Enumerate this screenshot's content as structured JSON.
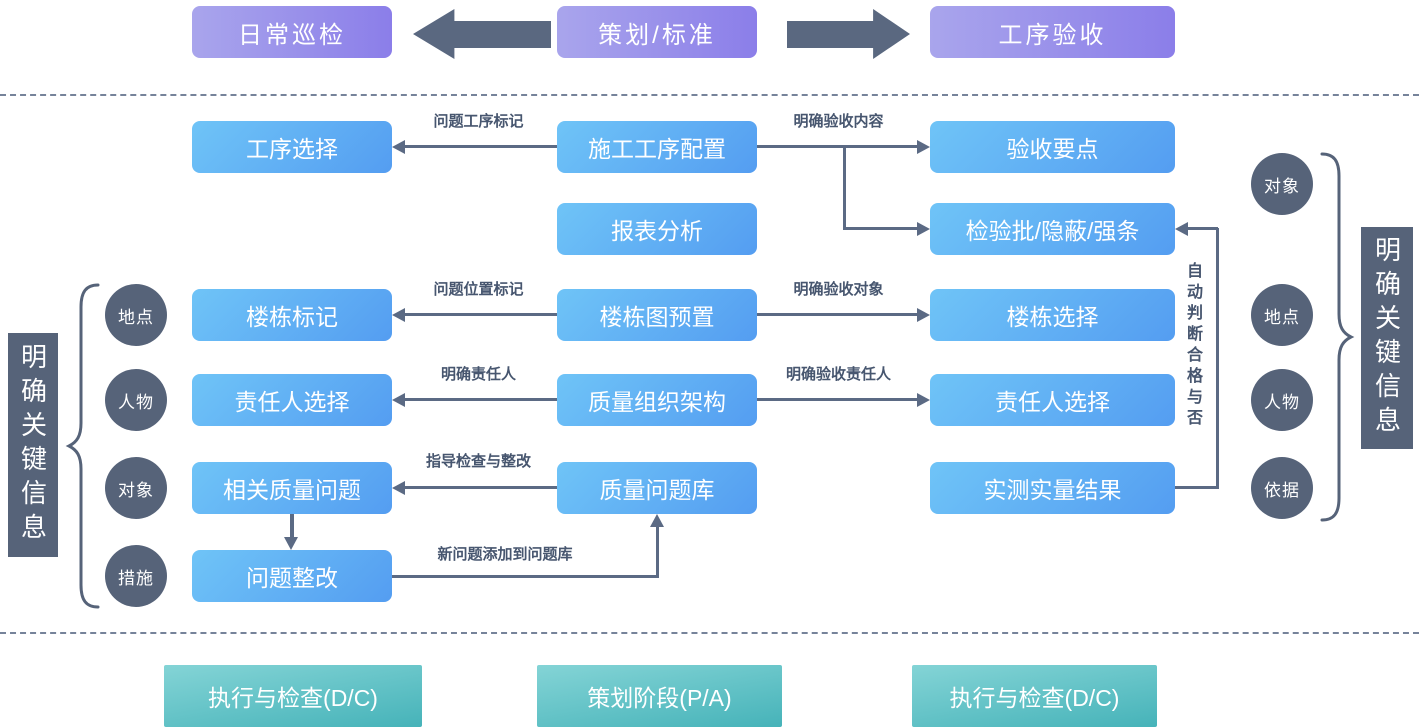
{
  "top_row": {
    "patrol": "日常巡检",
    "plan": "策划/标准",
    "acceptance": "工序验收"
  },
  "columns": {
    "left": [
      "工序选择",
      "楼栋标记",
      "责任人选择",
      "相关质量问题",
      "问题整改"
    ],
    "center": [
      "施工工序配置",
      "报表分析",
      "楼栋图预置",
      "质量组织架构",
      "质量问题库"
    ],
    "right": [
      "验收要点",
      "检验批/隐蔽/强条",
      "楼栋选择",
      "责任人选择",
      "实测实量结果"
    ]
  },
  "edge_labels": {
    "issue_process_mark": "问题工序标记",
    "clarify_acceptance_content": "明确验收内容",
    "issue_location_mark": "问题位置标记",
    "clarify_acceptance_object": "明确验收对象",
    "clarify_responsible": "明确责任人",
    "clarify_acceptance_responsible": "明确验收责任人",
    "guide_check_rectify": "指导检查与整改",
    "new_issue_to_library": "新问题添加到问题库",
    "auto_judge": "自动判断合格与否"
  },
  "left_cluster": {
    "title": "明确关键信息",
    "circles": [
      "地点",
      "人物",
      "对象",
      "措施"
    ]
  },
  "right_cluster": {
    "title": "明确关键信息",
    "circles": [
      "对象",
      "地点",
      "人物",
      "依据"
    ]
  },
  "bottom_row": {
    "left": "执行与检查(D/C)",
    "center": "策划阶段(P/A)",
    "right": "执行与检查(D/C)"
  },
  "colors": {
    "purple_start": "#a9a5ec",
    "purple_end": "#8b7ee9",
    "blue_start": "#6fc4f7",
    "blue_end": "#549df1",
    "teal_start": "#84d4d6",
    "teal_end": "#46b3b9",
    "slate": "#566379",
    "connector": "#5b6a84",
    "label_text": "#47566f"
  }
}
